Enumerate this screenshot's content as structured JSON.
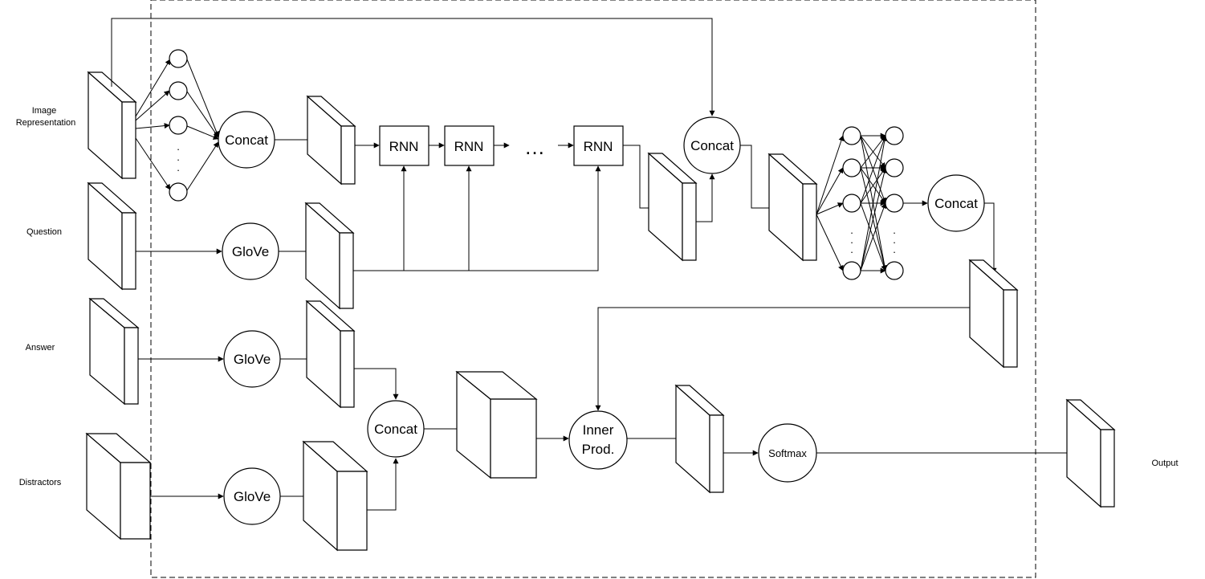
{
  "inputs": {
    "image_representation": [
      "Image",
      "Representation"
    ],
    "question": "Question",
    "answer": "Answer",
    "distractors": "Distractors"
  },
  "output": "Output",
  "nodes": {
    "concat": "Concat",
    "glove": "GloVe",
    "rnn": "RNN",
    "ellipsis": "…",
    "inner_prod": [
      "Inner",
      "Prod."
    ],
    "softmax": "Softmax",
    "vdots": "."
  }
}
